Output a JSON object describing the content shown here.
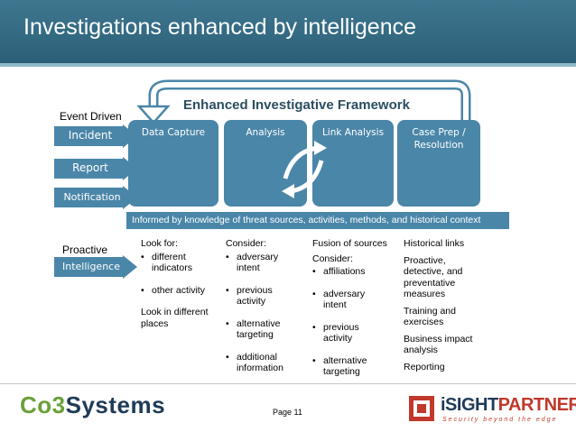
{
  "title": "Investigations enhanced by intelligence",
  "framework_title": "Enhanced Investigative Framework",
  "event_driven_label": "Event Driven",
  "proactive_label": "Proactive",
  "inputs": [
    "Incident",
    "Report",
    "Notification"
  ],
  "proactive_input": "Intelligence",
  "stages": [
    {
      "label": "Data Capture"
    },
    {
      "label": "Analysis"
    },
    {
      "label": "Link Analysis"
    },
    {
      "label": "Case Prep /",
      "label2": "Resolution"
    }
  ],
  "context_bar": "Informed by knowledge of threat sources, activities, methods, and historical context",
  "columns": {
    "col1": {
      "heading": "Look for:",
      "items": [
        {
          "l1": "different",
          "l2": "indicators"
        },
        {
          "l1": "other activity"
        }
      ],
      "extra1": "Look in different",
      "extra2": "places"
    },
    "col2": {
      "heading": "Consider:",
      "items": [
        {
          "l1": "adversary",
          "l2": "intent"
        },
        {
          "l1": "previous",
          "l2": "activity"
        },
        {
          "l1": "alternative",
          "l2": "targeting"
        },
        {
          "l1": "additional",
          "l2": "information"
        }
      ]
    },
    "col3": {
      "heading": "Fusion of sources",
      "subheading": "Consider:",
      "items": [
        {
          "l1": "affiliations"
        },
        {
          "l1": "adversary",
          "l2": "intent"
        },
        {
          "l1": "previous",
          "l2": "activity"
        },
        {
          "l1": "alternative",
          "l2": "targeting"
        }
      ]
    },
    "col4": {
      "items": [
        {
          "l1": "Historical links"
        },
        {
          "l1": "Proactive,",
          "l2": "detective, and",
          "l3": "preventative",
          "l4": "measures"
        },
        {
          "l1": "Training and",
          "l2": "exercises"
        },
        {
          "l1": "Business impact",
          "l2": "analysis"
        },
        {
          "l1": "Reporting"
        }
      ]
    }
  },
  "footer": {
    "page": "Page 11",
    "logo_left_a": "Co3",
    "logo_left_b": "Systems",
    "logo_right_a": "iSIGHT",
    "logo_right_b": "PARTNERS",
    "logo_right_tagline": "Security beyond the edge",
    "trademark": "®"
  },
  "colors": {
    "header": "#2f6882",
    "stage": "#4a86a8",
    "arrow": "#4a86a8",
    "logo_green": "#6aa03a",
    "logo_navy": "#1f3b57",
    "logo_red": "#c0392b"
  }
}
